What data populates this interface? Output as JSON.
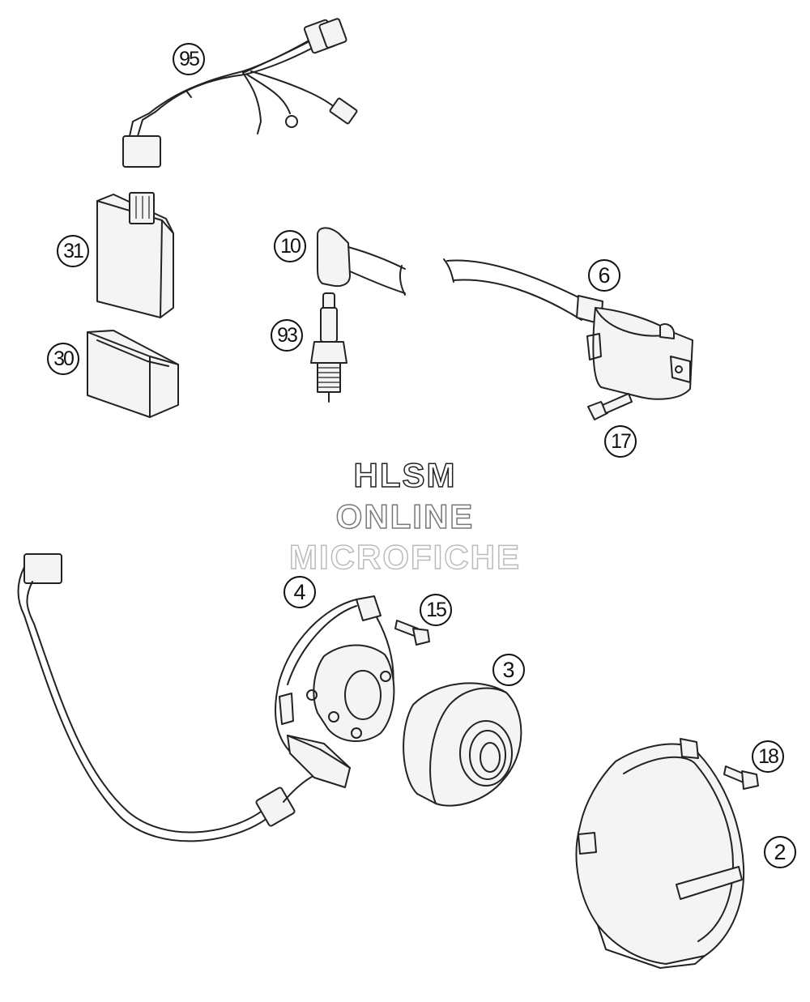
{
  "watermark": {
    "line1": "HLSM",
    "line2": "ONLINE",
    "line3": "MICROFICHE"
  },
  "callouts": {
    "p95": "95",
    "p31": "31",
    "p30": "30",
    "p10": "10",
    "p93": "93",
    "p6": "6",
    "p17": "17",
    "p4": "4",
    "p15": "15",
    "p3": "3",
    "p18": "18",
    "p2": "2"
  }
}
